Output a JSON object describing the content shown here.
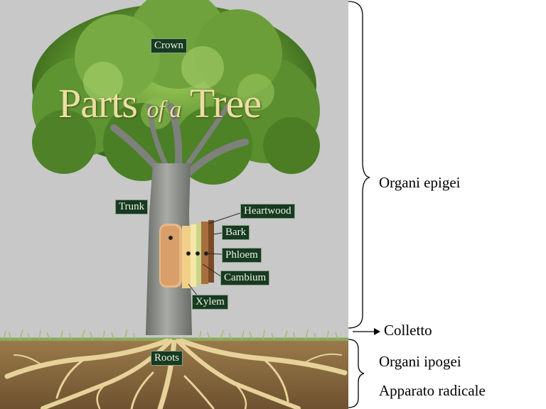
{
  "figure": {
    "title_parts": [
      "Parts",
      "of a",
      "Tree"
    ],
    "labels": {
      "crown": "Crown",
      "trunk": "Trunk",
      "heartwood": "Heartwood",
      "bark": "Bark",
      "phloem": "Phloem",
      "cambium": "Cambium",
      "xylem": "Xylem",
      "roots": "Roots"
    }
  },
  "annotations": {
    "epigei": "Organi epigei",
    "colletto": "Colletto",
    "ipogei": "Organi ipogei",
    "radicale": "Apparato radicale"
  }
}
